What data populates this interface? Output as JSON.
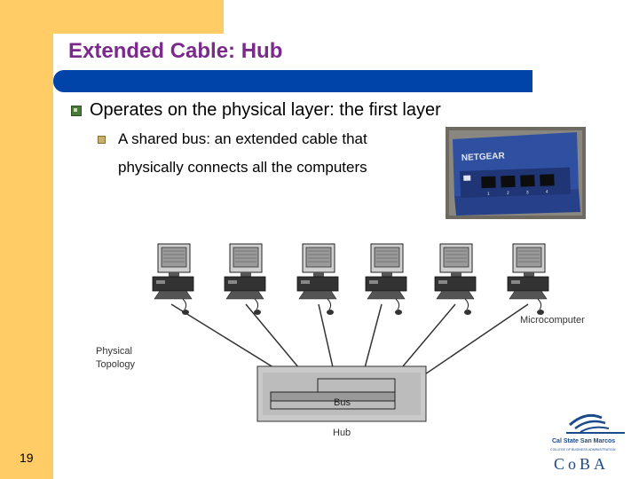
{
  "slide": {
    "title": "Extended Cable: Hub",
    "bullet_1": "Operates on the physical layer: the first layer",
    "bullet_2_line_1": "A shared bus: an extended cable that",
    "bullet_2_line_2": "physically connects all the computers",
    "page_number": "19"
  },
  "hub_photo": {
    "brand": "NETGEAR",
    "port_labels": [
      "1",
      "2",
      "3",
      "4"
    ]
  },
  "diagram": {
    "label_physical": "Physical",
    "label_topology": "Topology",
    "label_microcomputer": "Microcomputer",
    "label_bus": "Bus",
    "label_hub": "Hub",
    "computer_count": 6
  },
  "logo": {
    "line1": "Cal State San Marcos",
    "line2": "COLLEGE OF BUSINESS ADMINISTRATION",
    "line3": "CoBA"
  },
  "colors": {
    "accent_orange": "#ffcc66",
    "title_purple": "#7a2a8a",
    "bar_blue": "#0044aa",
    "logo_blue": "#1a4a8a"
  },
  "icons": [
    "slide-bullet-icon",
    "sub-bullet-icon",
    "computer-icon"
  ]
}
